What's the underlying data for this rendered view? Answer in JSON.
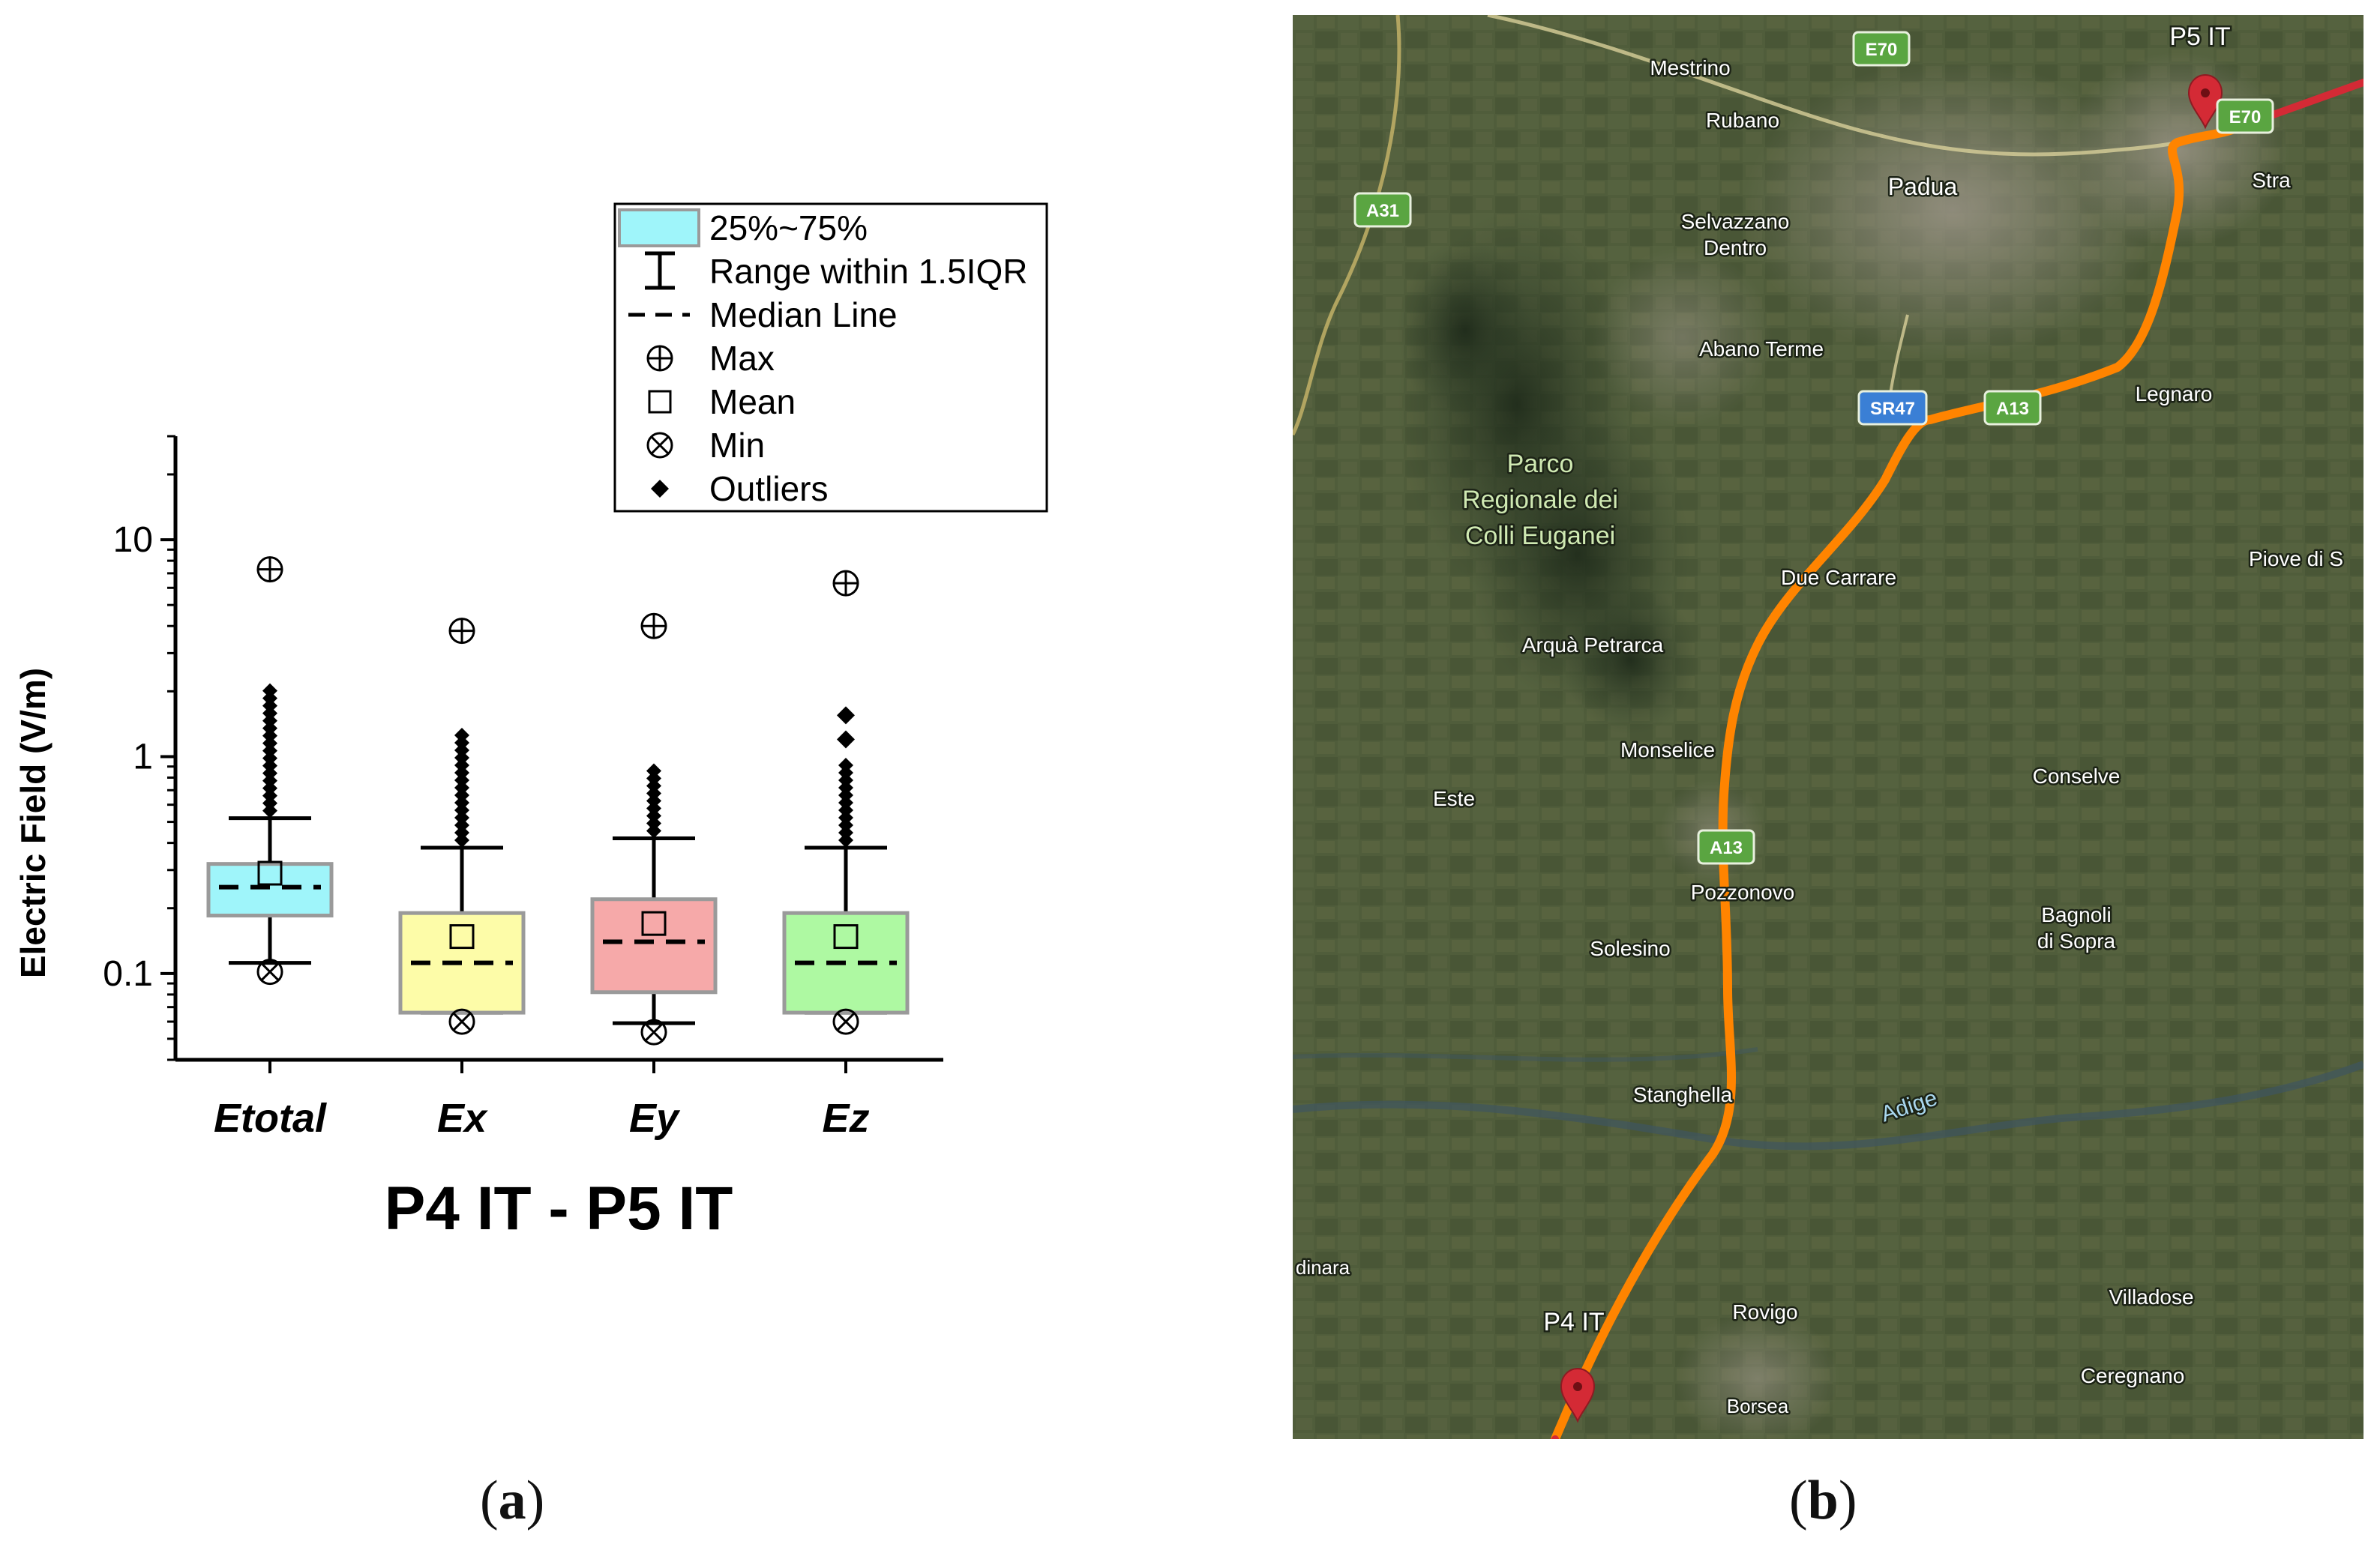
{
  "chart_data": {
    "type": "box",
    "title": "P4 IT - P5 IT",
    "ylabel": "Electric Field (V/m)",
    "yscale": "log",
    "ylim": [
      0.04,
      30
    ],
    "yticks": [
      {
        "value": 0.1,
        "label": "0.1"
      },
      {
        "value": 1,
        "label": "1"
      },
      {
        "value": 10,
        "label": "10"
      }
    ],
    "categories": [
      "Etotal",
      "Ex",
      "Ey",
      "Ez"
    ],
    "boxes": [
      {
        "name": "Etotal",
        "q1": 0.185,
        "q3": 0.32,
        "median": 0.25,
        "mean": 0.29,
        "whisker_low": 0.112,
        "whisker_high": 0.52,
        "max": 7.3,
        "min": 0.112,
        "outlier_top": 2.1,
        "color": "#9ff5fa"
      },
      {
        "name": "Ex",
        "q1": 0.066,
        "q3": 0.19,
        "median": 0.112,
        "mean": 0.148,
        "whisker_low": 0.066,
        "whisker_high": 0.38,
        "max": 3.8,
        "min": 0.066,
        "outlier_top": 1.3,
        "color": "#fdfca8"
      },
      {
        "name": "Ey",
        "q1": 0.082,
        "q3": 0.22,
        "median": 0.14,
        "mean": 0.17,
        "whisker_low": 0.059,
        "whisker_high": 0.42,
        "max": 4.0,
        "min": 0.059,
        "outlier_top": 0.92,
        "color": "#f6a9a9"
      },
      {
        "name": "Ez",
        "q1": 0.066,
        "q3": 0.19,
        "median": 0.112,
        "mean": 0.148,
        "whisker_low": 0.066,
        "whisker_high": 0.38,
        "max": 6.3,
        "min": 0.066,
        "outlier_top": 0.92,
        "outlier_extra": [
          1.2,
          1.55
        ],
        "color": "#aef9a2"
      }
    ],
    "legend": {
      "position": "top-right",
      "entries": [
        "25%~75%",
        "Range within 1.5IQR",
        "Median Line",
        "Max",
        "Mean",
        "Min",
        "Outliers"
      ]
    }
  },
  "captions": {
    "left": {
      "open": "(",
      "letter": "a",
      "close": ")"
    },
    "right": {
      "open": "(",
      "letter": "b",
      "close": ")"
    }
  },
  "map": {
    "colors": {
      "route": "#ff8400",
      "route_end": "#d42a35",
      "terrain": "#4d5a3a",
      "hills": "#2f3e28",
      "road_badge": "#5aa541",
      "sr_badge": "#3a7fd5"
    },
    "markers": [
      {
        "label": "P5 IT"
      },
      {
        "label": "P4 IT"
      }
    ],
    "places": [
      "Mestrino",
      "Rubano",
      "Padua",
      "Stra",
      "Selvazzano",
      "Dentro",
      "Abano Terme",
      "Legnaro",
      "Parco",
      "Regionale dei",
      "Colli Euganei",
      "Due Carrare",
      "Piove di S",
      "Arquà Petrarca",
      "Monselice",
      "Conselve",
      "Este",
      "Pozzonovo",
      "Bagnoli",
      "di Sopra",
      "Solesino",
      "Stanghella",
      "Adige",
      "dinara",
      "Villadose",
      "Rovigo",
      "Ceregnano",
      "Borsea"
    ],
    "road_badges": [
      "E70",
      "E70",
      "A31",
      "SR47",
      "A13",
      "A13"
    ]
  }
}
